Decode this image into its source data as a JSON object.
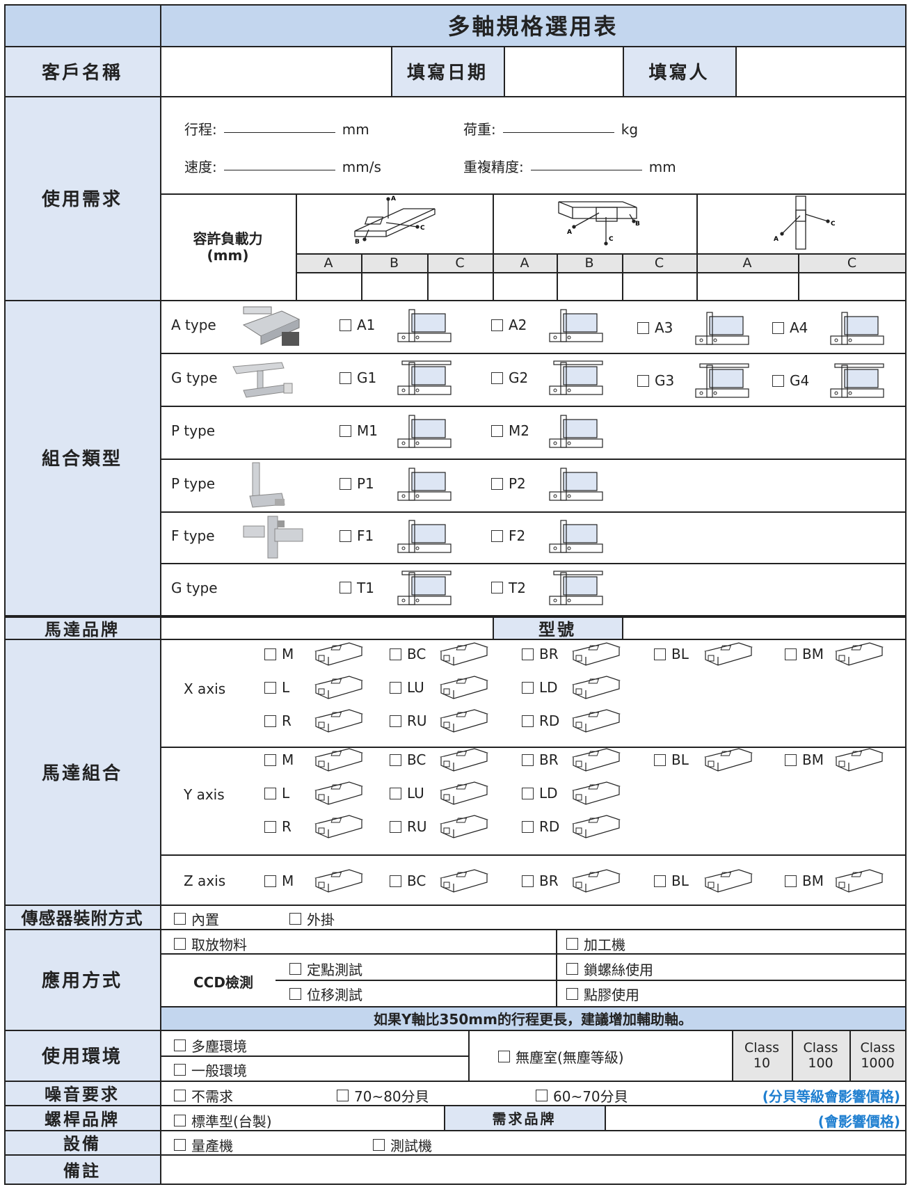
{
  "title": "多軸規格選用表",
  "customer_name_label": "客戶名稱",
  "fill_date_label": "填寫日期",
  "filler_label": "填寫人",
  "requirements": {
    "label": "使用需求",
    "stroke_label": "行程:",
    "stroke_unit": "mm",
    "load_label": "荷重:",
    "load_unit": "kg",
    "speed_label": "速度:",
    "speed_unit": "mm/s",
    "repeat_label": "重複精度:",
    "repeat_unit": "mm",
    "allow_load_label": "容許負載力",
    "allow_load_unit": "(mm)",
    "cols": [
      "A",
      "B",
      "C",
      "A",
      "B",
      "C",
      "A",
      "C"
    ]
  },
  "combination": {
    "label": "組合類型",
    "rows": [
      {
        "type": "A type",
        "options": [
          "A1",
          "A2",
          "A3",
          "A4"
        ]
      },
      {
        "type": "G type",
        "options": [
          "G1",
          "G2",
          "G3",
          "G4"
        ]
      },
      {
        "type": "P type",
        "options": [
          "M1",
          "M2"
        ]
      },
      {
        "type": "P type",
        "options": [
          "P1",
          "P2"
        ]
      },
      {
        "type": "F type",
        "options": [
          "F1",
          "F2"
        ]
      },
      {
        "type": "G type",
        "options": [
          "T1",
          "T2"
        ]
      }
    ]
  },
  "motor_brand_label": "馬達品牌",
  "model_label": "型號",
  "motor_combo": {
    "label": "馬達組合",
    "x_axis": "X axis",
    "y_axis": "Y axis",
    "z_axis": "Z axis",
    "row1": [
      "M",
      "BC",
      "BR",
      "BL",
      "BM"
    ],
    "row2": [
      "L",
      "LU",
      "LD"
    ],
    "row3": [
      "R",
      "RU",
      "RD"
    ]
  },
  "sensor": {
    "label": "傳感器裝附方式",
    "opt1": "內置",
    "opt2": "外掛"
  },
  "application": {
    "label": "應用方式",
    "pick": "取放物料",
    "ccd": "CCD檢測",
    "fixed": "定點測試",
    "moving": "位移測試",
    "machining": "加工機",
    "screw": "鎖螺絲使用",
    "glue": "點膠使用",
    "note": "如果Y軸比350mm的行程更長，建議增加輔助軸。"
  },
  "environment": {
    "label": "使用環境",
    "dusty": "多塵環境",
    "normal": "一般環境",
    "clean": "無塵室(無塵等級)",
    "classes": [
      {
        "a": "Class",
        "b": "10"
      },
      {
        "a": "Class",
        "b": "100"
      },
      {
        "a": "Class",
        "b": "1000"
      }
    ]
  },
  "noise": {
    "label": "噪音要求",
    "opt1": "不需求",
    "opt2": "70~80分貝",
    "opt3": "60~70分貝",
    "note": "(分貝等級會影響價格)"
  },
  "screw_brand": {
    "label": "螺桿品牌",
    "opt1": "標準型(台製)",
    "need": "需求品牌",
    "note": "(會影響價格)"
  },
  "equipment": {
    "label": "設備",
    "opt1": "量產機",
    "opt2": "測試機"
  },
  "remark": {
    "label": "備註"
  },
  "colors": {
    "label_bg": "#dde6f4",
    "header_bg": "#c3d6ee",
    "note_blue": "#1f7fd0"
  }
}
